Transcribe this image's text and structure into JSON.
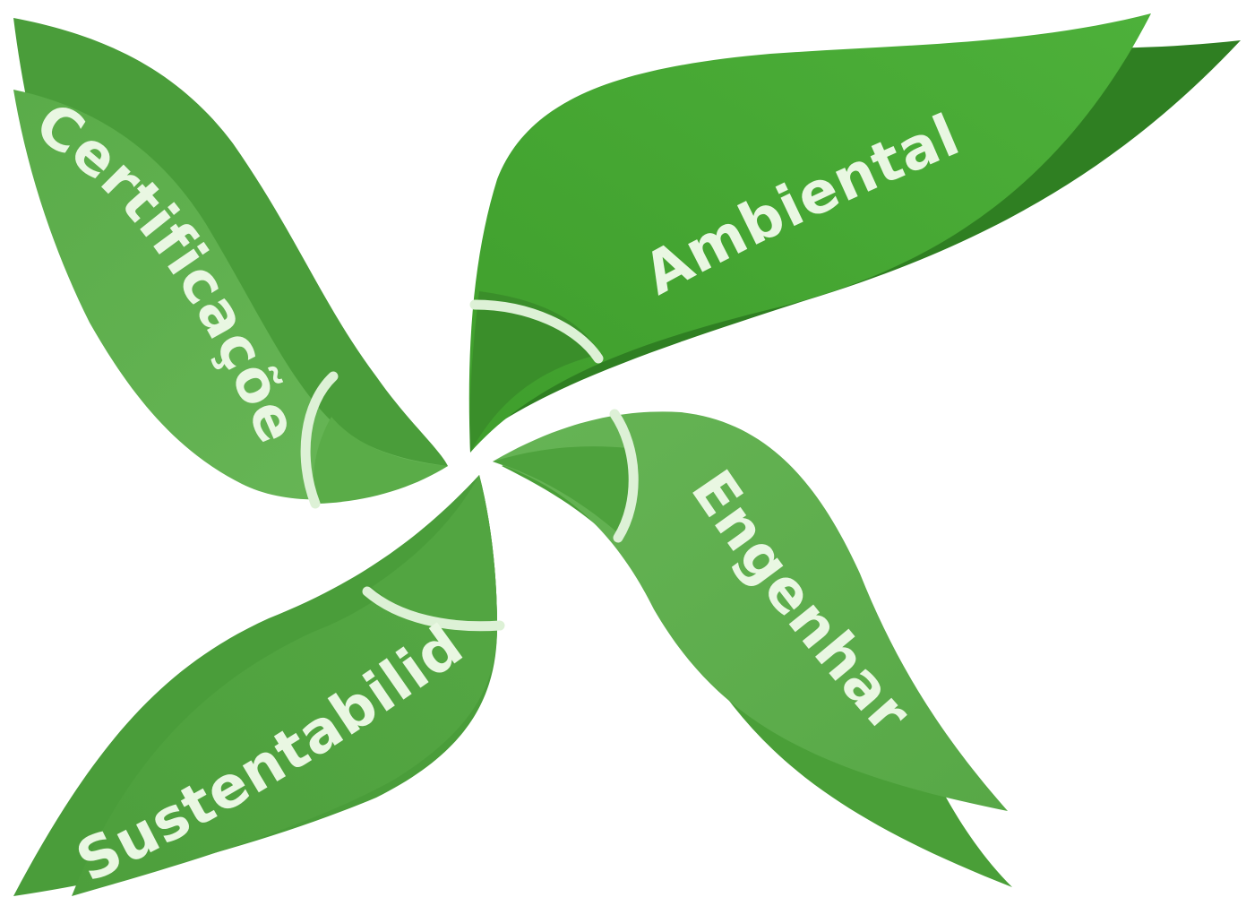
{
  "petals": {
    "ambiental": {
      "label": "Ambiental"
    },
    "engenharia": {
      "label": "Engenharia"
    },
    "sustentabilidade": {
      "label": "Sustentabilidade"
    },
    "certificacoes": {
      "label": "Certificações"
    }
  },
  "colors": {
    "leaf_light": "#5fb04b",
    "leaf_mid": "#4aa23a",
    "leaf_dark": "#3a8e2a",
    "leaf_deep": "#2f7f22",
    "leaf_top": "#45a530",
    "ring": "#ddf1d6",
    "label": "#e9f7e2",
    "background": "#ffffff"
  }
}
